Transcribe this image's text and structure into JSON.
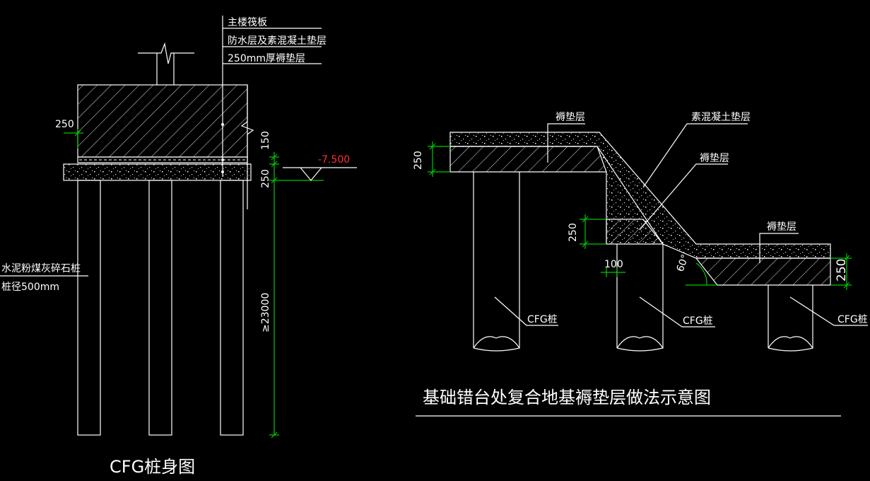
{
  "left_drawing": {
    "title": "CFG桩身图",
    "layer_labels": [
      "主楼筏板",
      "防水层及素混凝土垫层",
      "250mm厚褥垫层"
    ],
    "pile_label_line1": "水泥粉煤灰碎石桩",
    "pile_label_line2": "桩径500mm",
    "dim_left": "250",
    "dim_150": "150",
    "dim_250": "250",
    "dim_pile_length": "≥23000",
    "elevation": "-7.500"
  },
  "right_drawing": {
    "title": "基础错台处复合地基褥垫层做法示意图",
    "label_cushion_top": "褥垫层",
    "label_concrete": "素混凝土垫层",
    "label_cushion_mid": "褥垫层",
    "label_cushion_low": "褥垫层",
    "dim_upper": "250",
    "dim_mid": "250",
    "dim_100": "100",
    "angle": "60°",
    "dim_right": "250",
    "pile_labels": [
      "CFG桩",
      "CFG桩",
      "CFG桩"
    ]
  },
  "colors": {
    "background": "#000000",
    "lines": "#ffffff",
    "dimension": "#00c800",
    "elevation": "#ff3030"
  }
}
